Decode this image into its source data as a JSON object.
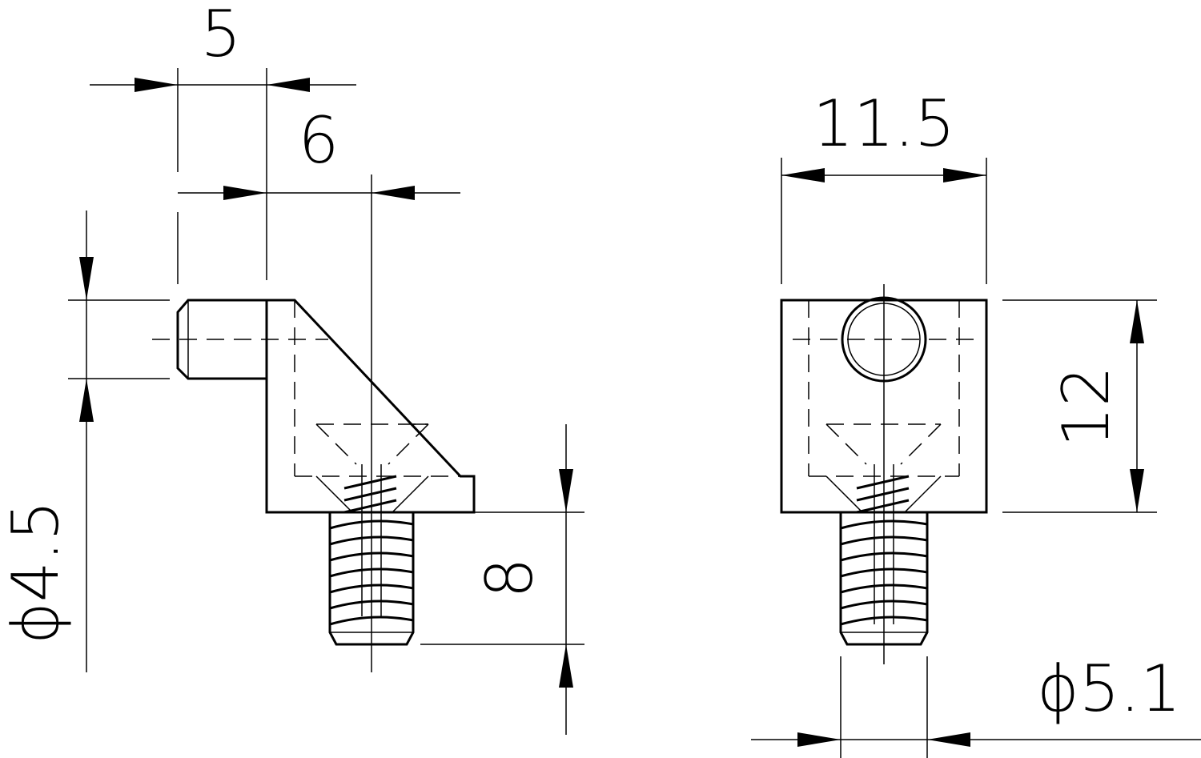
{
  "dimensions": {
    "side_offset_top": "5",
    "side_offset_bottom": "6",
    "pin_diameter": "ϕ4.5",
    "screw_length": "8",
    "front_width": "11.5",
    "front_height": "12",
    "screw_diameter": "ϕ5.1"
  }
}
